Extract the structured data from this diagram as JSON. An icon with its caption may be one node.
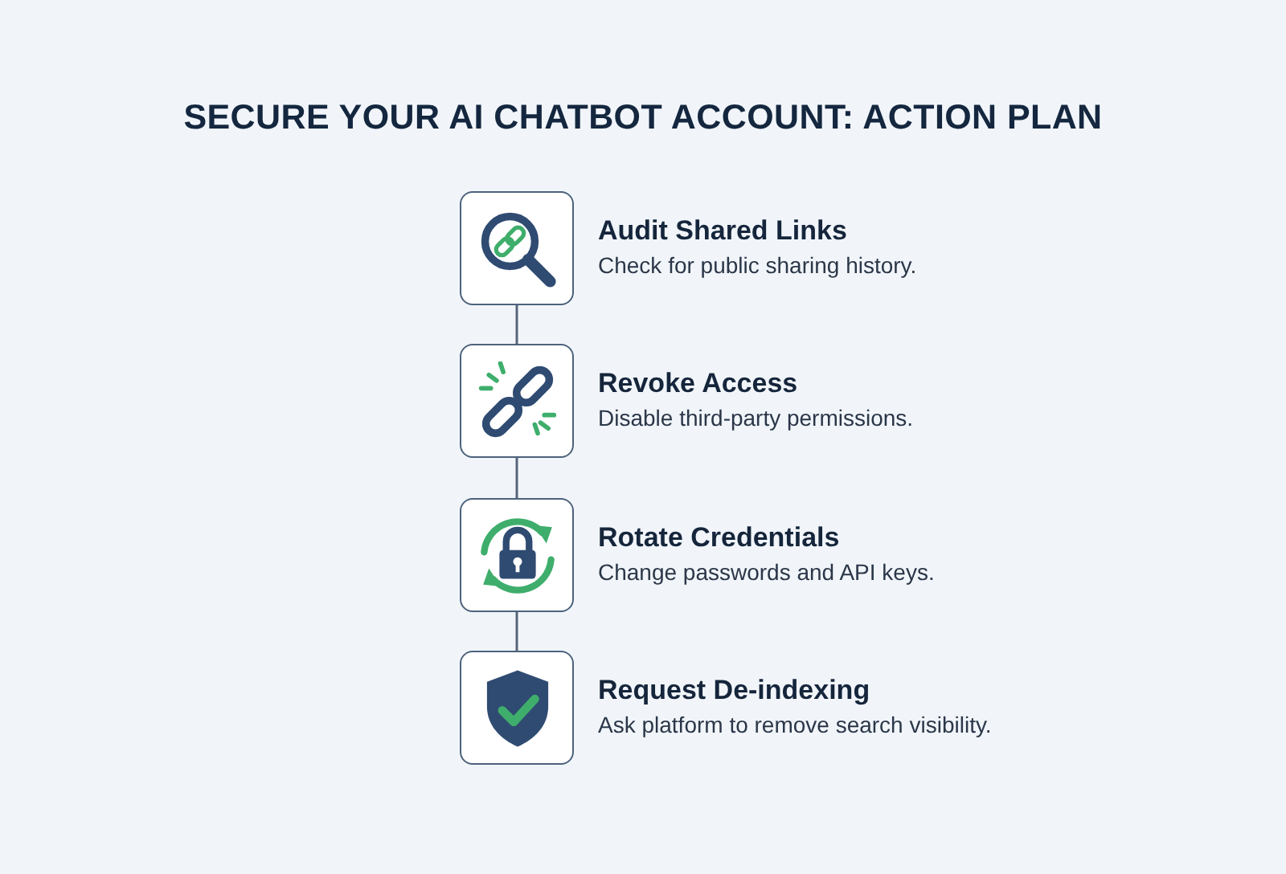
{
  "diagram": {
    "title": "SECURE YOUR AI CHATBOT ACCOUNT: ACTION PLAN",
    "nodes": [
      {
        "text": [
          "Audit Shared Links",
          "Check for public sharing history."
        ]
      },
      {
        "text": [
          "Revoke Access",
          "Disable third-party permissions."
        ]
      },
      {
        "text": [
          "Rotate Credentials",
          "Change passwords and API keys."
        ]
      },
      {
        "text": [
          "Request De-indexing",
          "Ask platform to remove search visibility."
        ]
      }
    ],
    "edges": [
      {
        "from": 0,
        "to": 1,
        "arrow": "none"
      },
      {
        "from": 1,
        "to": 2,
        "arrow": "none"
      },
      {
        "from": 2,
        "to": 3,
        "arrow": "none"
      }
    ]
  }
}
